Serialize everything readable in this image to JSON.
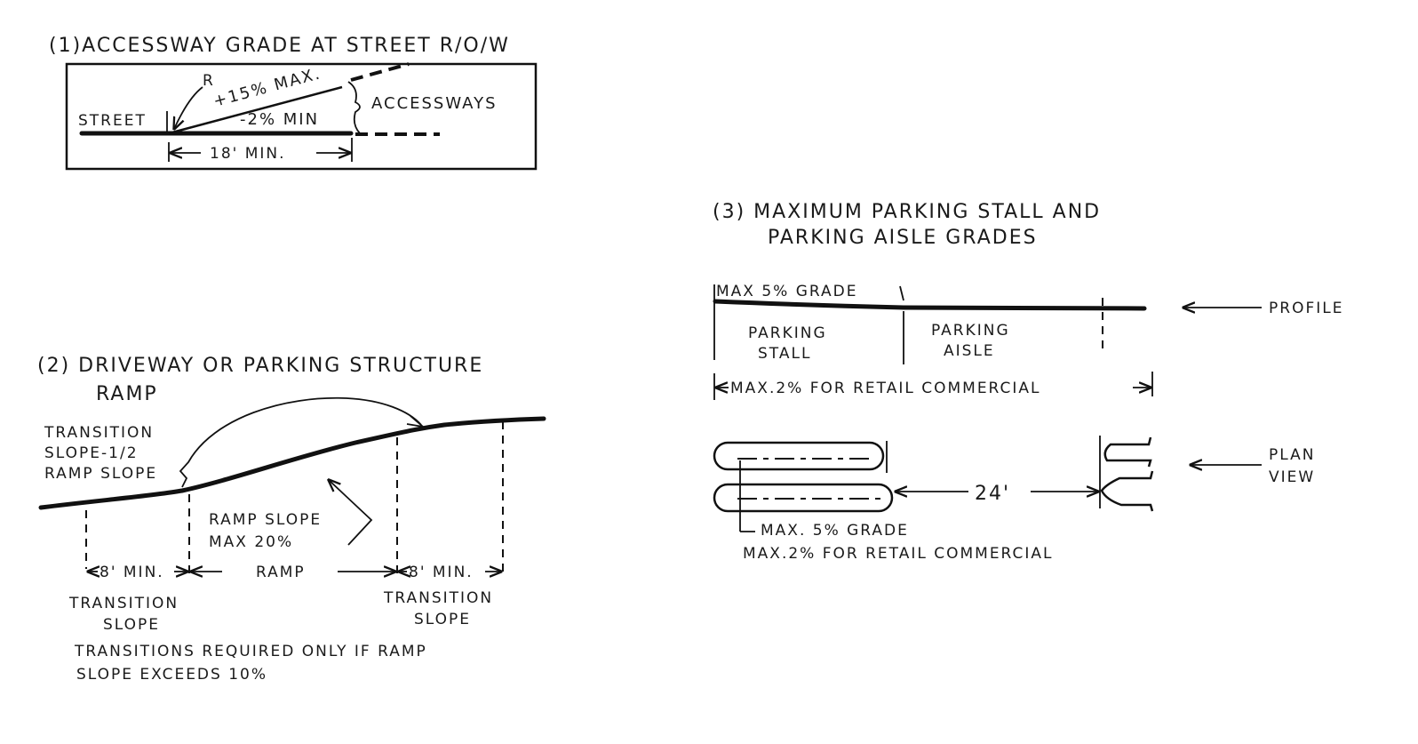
{
  "panel1": {
    "title": "(1)ACCESSWAY GRADE AT STREET R/O/W",
    "street_label": "STREET",
    "radius_label": "R",
    "max_grade": "+15% MAX.",
    "min_grade": "-2% MIN",
    "accessways_label": "ACCESSWAYS",
    "dimension": "18' MIN."
  },
  "panel2": {
    "title_line1": "(2) DRIVEWAY OR PARKING STRUCTURE",
    "title_line2": "RAMP",
    "transition_note_line1": "TRANSITION",
    "transition_note_line2": "SLOPE-1/2",
    "transition_note_line3": "RAMP SLOPE",
    "ramp_slope_line1": "RAMP SLOPE",
    "ramp_slope_line2": "MAX  20%",
    "dim_left": "8' MIN.",
    "dim_center": "RAMP",
    "dim_right": "8' MIN.",
    "left_label_line1": "TRANSITION",
    "left_label_line2": "SLOPE",
    "right_label_line1": "TRANSITION",
    "right_label_line2": "SLOPE",
    "footnote_line1": "TRANSITIONS REQUIRED ONLY IF RAMP",
    "footnote_line2": "SLOPE EXCEEDS 10%"
  },
  "panel3": {
    "title_line1": "(3) MAXIMUM PARKING STALL AND",
    "title_line2": "PARKING AISLE GRADES",
    "profile_grade": "MAX  5% GRADE",
    "stall_line1": "PARKING",
    "stall_line2": "STALL",
    "aisle_line1": "PARKING",
    "aisle_line2": "AISLE",
    "profile_dimension": "MAX.2% FOR RETAIL COMMERCIAL",
    "profile_label": "PROFILE",
    "aisle_width": "24'",
    "plan_grade": "MAX. 5% GRADE",
    "plan_retail": "MAX.2% FOR RETAIL  COMMERCIAL",
    "plan_label_line1": "PLAN",
    "plan_label_line2": "VIEW"
  }
}
